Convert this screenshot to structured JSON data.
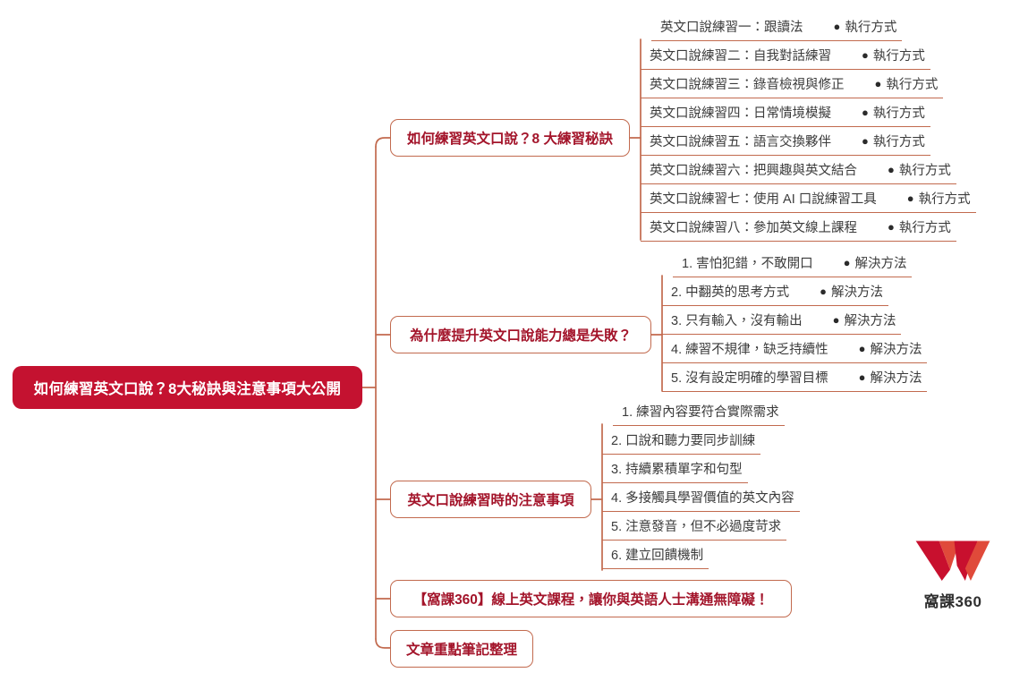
{
  "root": {
    "label": "如何練習英文口說？8大秘訣與注意事項大公開",
    "color": "#C41230"
  },
  "theme": {
    "branch_border": "#C26A4E",
    "branch_text": "#A3142A",
    "leaf_text": "#3b3b3b",
    "background": "#ffffff"
  },
  "branches": [
    {
      "label": "如何練習英文口說？8 大練習秘訣",
      "children": [
        {
          "lead": "英文口說練習一：跟讀法",
          "sub": "執行方式",
          "bullet": "●"
        },
        {
          "lead": "英文口說練習二：自我對話練習",
          "sub": "執行方式",
          "bullet": "●"
        },
        {
          "lead": "英文口說練習三：錄音檢視與修正",
          "sub": "執行方式",
          "bullet": "●"
        },
        {
          "lead": "英文口說練習四：日常情境模擬",
          "sub": "執行方式",
          "bullet": "●"
        },
        {
          "lead": "英文口說練習五：語言交換夥伴",
          "sub": "執行方式",
          "bullet": "●"
        },
        {
          "lead": "英文口說練習六：把興趣與英文結合",
          "sub": "執行方式",
          "bullet": "●"
        },
        {
          "lead": "英文口說練習七：使用 AI 口說練習工具",
          "sub": "執行方式",
          "bullet": "●"
        },
        {
          "lead": "英文口說練習八：參加英文線上課程",
          "sub": "執行方式",
          "bullet": "●"
        }
      ]
    },
    {
      "label": "為什麼提升英文口說能力總是失敗？",
      "children": [
        {
          "lead": "1. 害怕犯錯，不敢開口",
          "sub": "解決方法",
          "bullet": "●"
        },
        {
          "lead": "2. 中翻英的思考方式",
          "sub": "解決方法",
          "bullet": "●"
        },
        {
          "lead": "3. 只有輸入，沒有輸出",
          "sub": "解決方法",
          "bullet": "●"
        },
        {
          "lead": "4. 練習不規律，缺乏持續性",
          "sub": "解決方法",
          "bullet": "●"
        },
        {
          "lead": "5. 沒有設定明確的學習目標",
          "sub": "解決方法",
          "bullet": "●"
        }
      ]
    },
    {
      "label": "英文口說練習時的注意事項",
      "children": [
        {
          "lead": "1. 練習內容要符合實際需求",
          "sub": "",
          "bullet": ""
        },
        {
          "lead": "2. 口說和聽力要同步訓練",
          "sub": "",
          "bullet": ""
        },
        {
          "lead": "3. 持續累積單字和句型",
          "sub": "",
          "bullet": ""
        },
        {
          "lead": "4. 多接觸具學習價值的英文內容",
          "sub": "",
          "bullet": ""
        },
        {
          "lead": "5. 注意發音，但不必過度苛求",
          "sub": "",
          "bullet": ""
        },
        {
          "lead": "6. 建立回饋機制",
          "sub": "",
          "bullet": ""
        }
      ]
    },
    {
      "label": "【窩課360】線上英文課程，讓你與英語人士溝通無障礙！",
      "children": []
    },
    {
      "label": "文章重點筆記整理",
      "children": []
    }
  ],
  "logo": {
    "name": "窩課360",
    "mark": "w-logo-icon",
    "color": "#C8102E"
  }
}
